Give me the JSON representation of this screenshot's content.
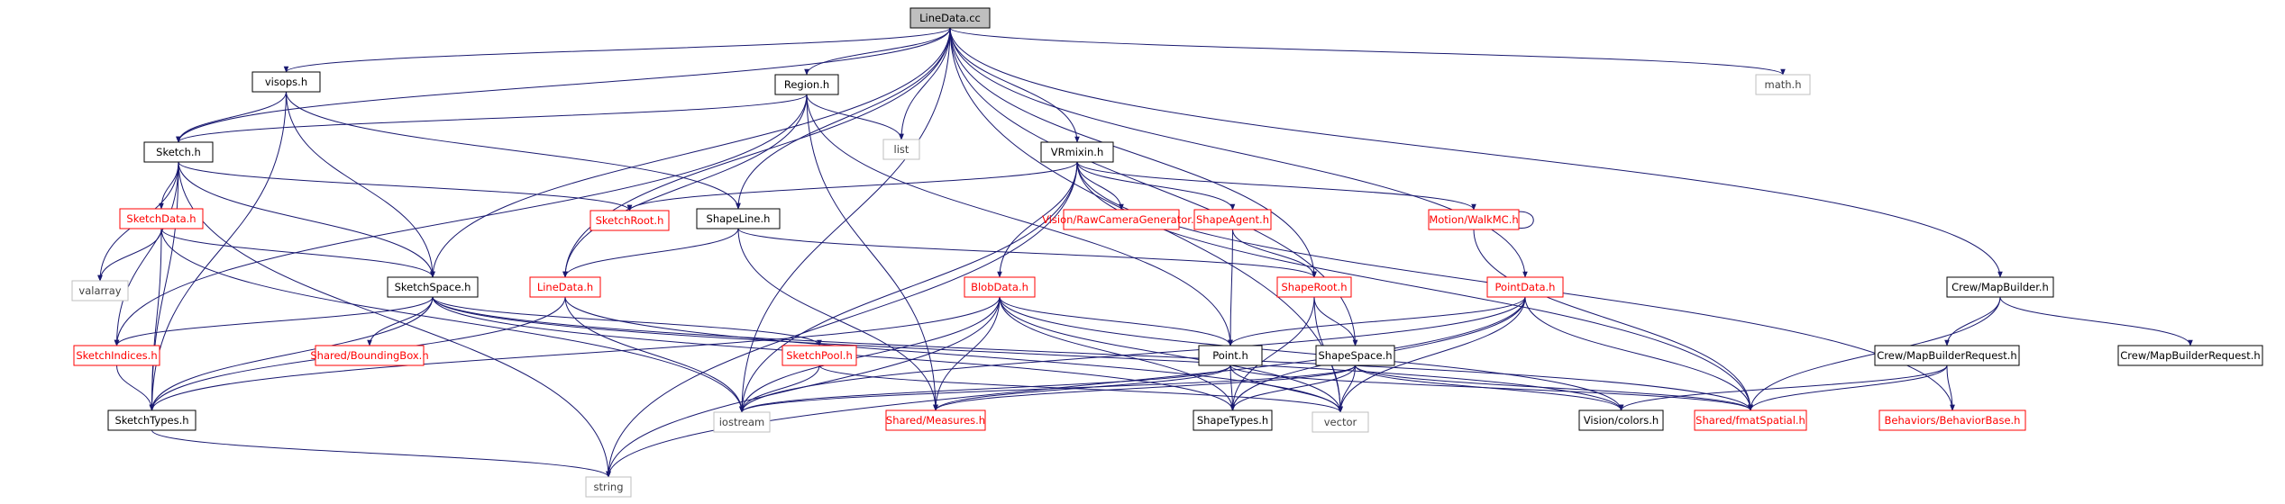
{
  "graph": {
    "nodes": [
      {
        "id": "root",
        "label": "LineData.cc",
        "kind": "root"
      },
      {
        "id": "visops",
        "label": "visops.h",
        "kind": "documented"
      },
      {
        "id": "region",
        "label": "Region.h",
        "kind": "documented"
      },
      {
        "id": "list",
        "label": "list",
        "kind": "system"
      },
      {
        "id": "math",
        "label": "math.h",
        "kind": "system"
      },
      {
        "id": "sketch",
        "label": "Sketch.h",
        "kind": "documented"
      },
      {
        "id": "vrmixin",
        "label": "VRmixin.h",
        "kind": "documented"
      },
      {
        "id": "sketchdata",
        "label": "SketchData.h",
        "kind": "external"
      },
      {
        "id": "sketchroot",
        "label": "SketchRoot.h",
        "kind": "external"
      },
      {
        "id": "shapeline",
        "label": "ShapeLine.h",
        "kind": "documented"
      },
      {
        "id": "rawcam",
        "label": "Vision/RawCameraGenerator.h",
        "kind": "external"
      },
      {
        "id": "shapeagent",
        "label": "ShapeAgent.h",
        "kind": "external"
      },
      {
        "id": "walkmc",
        "label": "Motion/WalkMC.h",
        "kind": "external"
      },
      {
        "id": "valarray",
        "label": "valarray",
        "kind": "system"
      },
      {
        "id": "sketchspace",
        "label": "SketchSpace.h",
        "kind": "documented"
      },
      {
        "id": "linedata",
        "label": "LineData.h",
        "kind": "external"
      },
      {
        "id": "blobdata",
        "label": "BlobData.h",
        "kind": "external"
      },
      {
        "id": "shaperoot",
        "label": "ShapeRoot.h",
        "kind": "external"
      },
      {
        "id": "pointdata",
        "label": "PointData.h",
        "kind": "external"
      },
      {
        "id": "mapbuilder",
        "label": "Crew/MapBuilder.h",
        "kind": "documented"
      },
      {
        "id": "boundingbox",
        "label": "Shared/BoundingBox.h",
        "kind": "external"
      },
      {
        "id": "sketchindices",
        "label": "SketchIndices.h",
        "kind": "external"
      },
      {
        "id": "sketchpool",
        "label": "SketchPool.h",
        "kind": "external"
      },
      {
        "id": "point",
        "label": "Point.h",
        "kind": "documented"
      },
      {
        "id": "shapespace",
        "label": "ShapeSpace.h",
        "kind": "documented"
      },
      {
        "id": "mbrequest1",
        "label": "Crew/MapBuilderRequest.h",
        "kind": "documented"
      },
      {
        "id": "mbrequest2",
        "label": "Crew/MapBuilderRequest.h",
        "kind": "documented"
      },
      {
        "id": "sketchtypes",
        "label": "SketchTypes.h",
        "kind": "documented"
      },
      {
        "id": "iostream",
        "label": "iostream",
        "kind": "system"
      },
      {
        "id": "measures",
        "label": "Shared/Measures.h",
        "kind": "external"
      },
      {
        "id": "shapetypes",
        "label": "ShapeTypes.h",
        "kind": "documented"
      },
      {
        "id": "vector",
        "label": "vector",
        "kind": "system"
      },
      {
        "id": "colors",
        "label": "Vision/colors.h",
        "kind": "documented"
      },
      {
        "id": "fmatspatial",
        "label": "Shared/fmatSpatial.h",
        "kind": "external"
      },
      {
        "id": "behaviorbase",
        "label": "Behaviors/BehaviorBase.h",
        "kind": "external"
      },
      {
        "id": "string",
        "label": "string",
        "kind": "system"
      }
    ],
    "edges": [
      [
        "root",
        "visops"
      ],
      [
        "root",
        "region"
      ],
      [
        "root",
        "list"
      ],
      [
        "root",
        "math"
      ],
      [
        "root",
        "sketch"
      ],
      [
        "root",
        "vrmixin"
      ],
      [
        "root",
        "shapeline"
      ],
      [
        "root",
        "sketchspace"
      ],
      [
        "root",
        "linedata"
      ],
      [
        "root",
        "shaperoot"
      ],
      [
        "root",
        "pointdata"
      ],
      [
        "root",
        "mapbuilder"
      ],
      [
        "root",
        "shapespace"
      ],
      [
        "root",
        "iostream"
      ],
      [
        "root",
        "vector"
      ],
      [
        "visops",
        "sketch"
      ],
      [
        "visops",
        "sketchspace"
      ],
      [
        "visops",
        "shapeline"
      ],
      [
        "visops",
        "sketchtypes"
      ],
      [
        "region",
        "sketch"
      ],
      [
        "region",
        "list"
      ],
      [
        "region",
        "linedata"
      ],
      [
        "region",
        "sketchindices"
      ],
      [
        "region",
        "point"
      ],
      [
        "region",
        "measures"
      ],
      [
        "sketch",
        "sketchdata"
      ],
      [
        "sketch",
        "sketchroot"
      ],
      [
        "sketch",
        "valarray"
      ],
      [
        "sketch",
        "sketchspace"
      ],
      [
        "sketch",
        "sketchindices"
      ],
      [
        "sketch",
        "sketchtypes"
      ],
      [
        "sketch",
        "string"
      ],
      [
        "sketchdata",
        "valarray"
      ],
      [
        "sketchdata",
        "sketchspace"
      ],
      [
        "sketchdata",
        "sketchtypes"
      ],
      [
        "sketchdata",
        "iostream"
      ],
      [
        "vrmixin",
        "sketchroot"
      ],
      [
        "vrmixin",
        "rawcam"
      ],
      [
        "vrmixin",
        "shapeagent"
      ],
      [
        "vrmixin",
        "walkmc"
      ],
      [
        "vrmixin",
        "blobdata"
      ],
      [
        "vrmixin",
        "iostream"
      ],
      [
        "vrmixin",
        "string"
      ],
      [
        "vrmixin",
        "fmatspatial"
      ],
      [
        "vrmixin",
        "behaviorbase"
      ],
      [
        "walkmc",
        "walkmc"
      ],
      [
        "walkmc",
        "fmatspatial"
      ],
      [
        "shapeline",
        "linedata"
      ],
      [
        "shapeline",
        "shaperoot"
      ],
      [
        "shapeline",
        "measures"
      ],
      [
        "shapeagent",
        "shaperoot"
      ],
      [
        "shapeagent",
        "point"
      ],
      [
        "sketchspace",
        "boundingbox"
      ],
      [
        "sketchspace",
        "sketchindices"
      ],
      [
        "sketchspace",
        "sketchpool"
      ],
      [
        "sketchspace",
        "sketchtypes"
      ],
      [
        "sketchspace",
        "shapetypes"
      ],
      [
        "sketchspace",
        "colors"
      ],
      [
        "sketchspace",
        "fmatspatial"
      ],
      [
        "linedata",
        "iostream"
      ],
      [
        "linedata",
        "vector"
      ],
      [
        "linedata",
        "sketchtypes"
      ],
      [
        "blobdata",
        "point"
      ],
      [
        "blobdata",
        "shapetypes"
      ],
      [
        "blobdata",
        "vector"
      ],
      [
        "blobdata",
        "iostream"
      ],
      [
        "blobdata",
        "string"
      ],
      [
        "blobdata",
        "sketchtypes"
      ],
      [
        "blobdata",
        "measures"
      ],
      [
        "blobdata",
        "colors"
      ],
      [
        "shaperoot",
        "shapespace"
      ],
      [
        "shaperoot",
        "vector"
      ],
      [
        "shaperoot",
        "shapetypes"
      ],
      [
        "pointdata",
        "point"
      ],
      [
        "pointdata",
        "vector"
      ],
      [
        "pointdata",
        "fmatspatial"
      ],
      [
        "pointdata",
        "shapetypes"
      ],
      [
        "pointdata",
        "iostream"
      ],
      [
        "pointdata",
        "string"
      ],
      [
        "mapbuilder",
        "mbrequest1"
      ],
      [
        "mapbuilder",
        "mbrequest2"
      ],
      [
        "mapbuilder",
        "fmatspatial"
      ],
      [
        "sketchindices",
        "sketchtypes"
      ],
      [
        "sketchpool",
        "iostream"
      ],
      [
        "sketchpool",
        "vector"
      ],
      [
        "point",
        "shapetypes"
      ],
      [
        "point",
        "measures"
      ],
      [
        "point",
        "fmatspatial"
      ],
      [
        "point",
        "vector"
      ],
      [
        "point",
        "iostream"
      ],
      [
        "shapespace",
        "shapetypes"
      ],
      [
        "shapespace",
        "vector"
      ],
      [
        "shapespace",
        "colors"
      ],
      [
        "shapespace",
        "fmatspatial"
      ],
      [
        "shapespace",
        "iostream"
      ],
      [
        "shapespace",
        "measures"
      ],
      [
        "mbrequest1",
        "behaviorbase"
      ],
      [
        "mbrequest1",
        "colors"
      ],
      [
        "mbrequest1",
        "fmatspatial"
      ],
      [
        "sketchtypes",
        "string"
      ]
    ]
  },
  "colors": {
    "edge": "#191970",
    "root_fill": "#bfbfbf",
    "documented_border": "#000000",
    "external_border": "#ff0000",
    "system_border": "#bfbfbf",
    "system_text": "#404040",
    "external_text": "#ff0000",
    "node_fill": "#ffffff"
  }
}
